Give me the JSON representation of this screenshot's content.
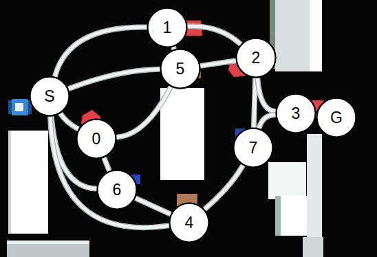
{
  "diagram": {
    "nodes": [
      {
        "text": [
          "1"
        ]
      },
      {
        "text": [
          "2"
        ]
      },
      {
        "text": [
          "5"
        ]
      },
      {
        "text": [
          "S"
        ]
      },
      {
        "text": [
          "0"
        ]
      },
      {
        "text": [
          "3"
        ]
      },
      {
        "text": [
          "G"
        ]
      },
      {
        "text": [
          "7"
        ]
      },
      {
        "text": [
          "6"
        ]
      },
      {
        "text": [
          "4"
        ]
      }
    ],
    "edges": [
      {
        "from": 3,
        "to": 0,
        "arrow": "none"
      },
      {
        "from": 0,
        "to": 1,
        "arrow": "none"
      },
      {
        "from": 0,
        "to": 2,
        "arrow": "none"
      },
      {
        "from": 2,
        "to": 1,
        "arrow": "none"
      },
      {
        "from": 3,
        "to": 2,
        "arrow": "none"
      },
      {
        "from": 3,
        "to": 4,
        "arrow": "none"
      },
      {
        "from": 4,
        "to": 2,
        "arrow": "none"
      },
      {
        "from": 4,
        "to": 8,
        "arrow": "none"
      },
      {
        "from": 3,
        "to": 8,
        "arrow": "none"
      },
      {
        "from": 3,
        "to": 9,
        "arrow": "none"
      },
      {
        "from": 8,
        "to": 9,
        "arrow": "none"
      },
      {
        "from": 9,
        "to": 7,
        "arrow": "none"
      },
      {
        "from": 1,
        "to": 7,
        "arrow": "none"
      },
      {
        "from": 1,
        "to": 5,
        "arrow": "none"
      },
      {
        "from": 7,
        "to": 5,
        "arrow": "none"
      },
      {
        "from": 5,
        "to": 6,
        "arrow": "none"
      }
    ]
  }
}
